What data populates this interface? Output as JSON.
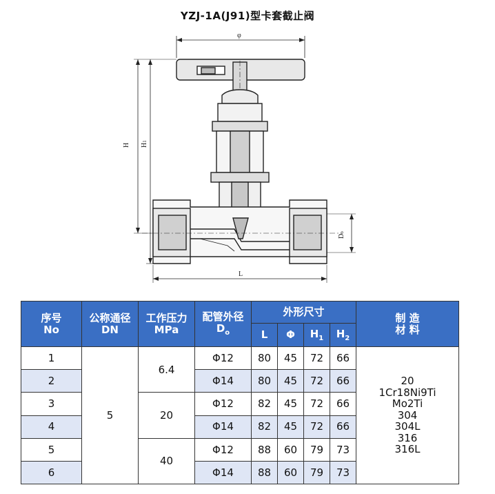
{
  "title": "YZJ-1A(J91)型卡套截止阀",
  "drawing": {
    "dim_phi": "φ",
    "dim_h": "H",
    "dim_h1": "H",
    "dim_h1_sub": "1",
    "dim_d0": "D",
    "dim_d0_sub": "o",
    "dim_l": "L"
  },
  "table": {
    "headers": {
      "no_cn": "序号",
      "no_en": "No",
      "dn_cn": "公称通径",
      "dn_en": "DN",
      "mpa_cn": "工作压力",
      "mpa_en": "MPa",
      "d0_cn": "配管外径",
      "d0_en": "D",
      "d0_sub": "o",
      "dims_cn": "外形尺寸",
      "L": "L",
      "phi": "Φ",
      "H1": "H",
      "H1_sub": "1",
      "H2": "H",
      "H2_sub": "2",
      "mat_cn1": "制  造",
      "mat_cn2": "材  料"
    },
    "dn": "5",
    "pressures": [
      "6.4",
      "20",
      "40"
    ],
    "rows": [
      {
        "no": "1",
        "d0": "Φ12",
        "L": "80",
        "phi": "45",
        "H1": "72",
        "H2": "66"
      },
      {
        "no": "2",
        "d0": "Φ14",
        "L": "80",
        "phi": "45",
        "H1": "72",
        "H2": "66"
      },
      {
        "no": "3",
        "d0": "Φ12",
        "L": "82",
        "phi": "45",
        "H1": "72",
        "H2": "66"
      },
      {
        "no": "4",
        "d0": "Φ14",
        "L": "82",
        "phi": "45",
        "H1": "72",
        "H2": "66"
      },
      {
        "no": "5",
        "d0": "Φ12",
        "L": "88",
        "phi": "60",
        "H1": "79",
        "H2": "73"
      },
      {
        "no": "6",
        "d0": "Φ14",
        "L": "88",
        "phi": "60",
        "H1": "79",
        "H2": "73"
      }
    ],
    "materials": [
      "20",
      "1Cr18Ni9Ti",
      "Mo2Ti",
      "304",
      "304L",
      "316",
      "316L"
    ]
  }
}
